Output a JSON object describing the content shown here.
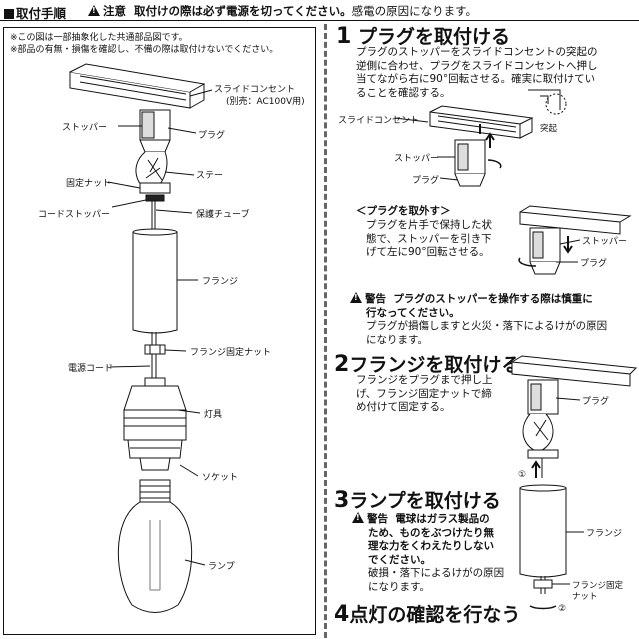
{
  "header": {
    "title": "取付手順",
    "caution_label": "注意",
    "caution_bold": "取付けの際は必ず電源を切ってください。",
    "caution_rest": "感電の原因になります。"
  },
  "left": {
    "note1": "※この図は一部抽象化した共通部品図です。",
    "note2": "※部品の有無・損傷を確認し、不備の際は取付けないでください。",
    "labels": {
      "slide_outlet": "スライドコンセント",
      "slide_outlet_sub": "(別売：AC100V用)",
      "stopper": "ストッパー",
      "plug": "プラグ",
      "fixing_nut": "固定ナット",
      "stay": "ステー",
      "cord_stopper": "コードストッパー",
      "protective_tube": "保護チューブ",
      "flange": "フランジ",
      "flange_nut": "フランジ固定ナット",
      "power_cord": "電源コード",
      "fixture": "灯具",
      "socket": "ソケット",
      "lamp": "ランプ"
    }
  },
  "step1": {
    "num": "1",
    "title": "プラグを取付ける",
    "lines": [
      "プラグのストッパーをスライドコンセントの突起の",
      "逆側に合わせ、プラグをスライドコンセントへ押し",
      "当てながら右に90°回転させる。確実に取付けてい",
      "ることを確認する。"
    ],
    "labels": {
      "slide_outlet": "スライドコンセント",
      "bump": "突起",
      "stopper": "ストッパー",
      "plug": "プラグ"
    },
    "remove_title": "＜プラグを取外す＞",
    "remove_lines": [
      "プラグを片手で保持した状",
      "態で、ストッパーを引き下",
      "げて左に90°回転させる。"
    ],
    "remove_labels": {
      "stopper": "ストッパー",
      "plug": "プラグ"
    },
    "warning_label": "警告",
    "warning_bold1": "プラグのストッパーを操作する際は慎重に",
    "warning_bold2": "行なってください。",
    "warning_lines": [
      "プラグが損傷しますと火災・落下によるけがの原因",
      "になります。"
    ]
  },
  "step2": {
    "num": "2",
    "title": "フランジを取付ける",
    "lines": [
      "フランジをプラグまで押し上",
      "げ、フランジ固定ナットで締",
      "め付けて固定する。"
    ],
    "labels": {
      "plug": "プラグ",
      "flange": "フランジ",
      "flange_nut1": "フランジ固定",
      "flange_nut2": "ナット",
      "mark1": "①",
      "mark2": "②"
    }
  },
  "step3": {
    "num": "3",
    "title": "ランプを取付ける",
    "warning_label": "警告",
    "warning_bold": [
      "電球はガラス製品の",
      "ため、ものをぶつけたり無",
      "理な力をくわえたりしない",
      "でください。"
    ],
    "warning_lines": [
      "破損・落下によるけがの原因",
      "になります。"
    ]
  },
  "step4": {
    "num": "4",
    "title": "点灯の確認を行なう"
  }
}
